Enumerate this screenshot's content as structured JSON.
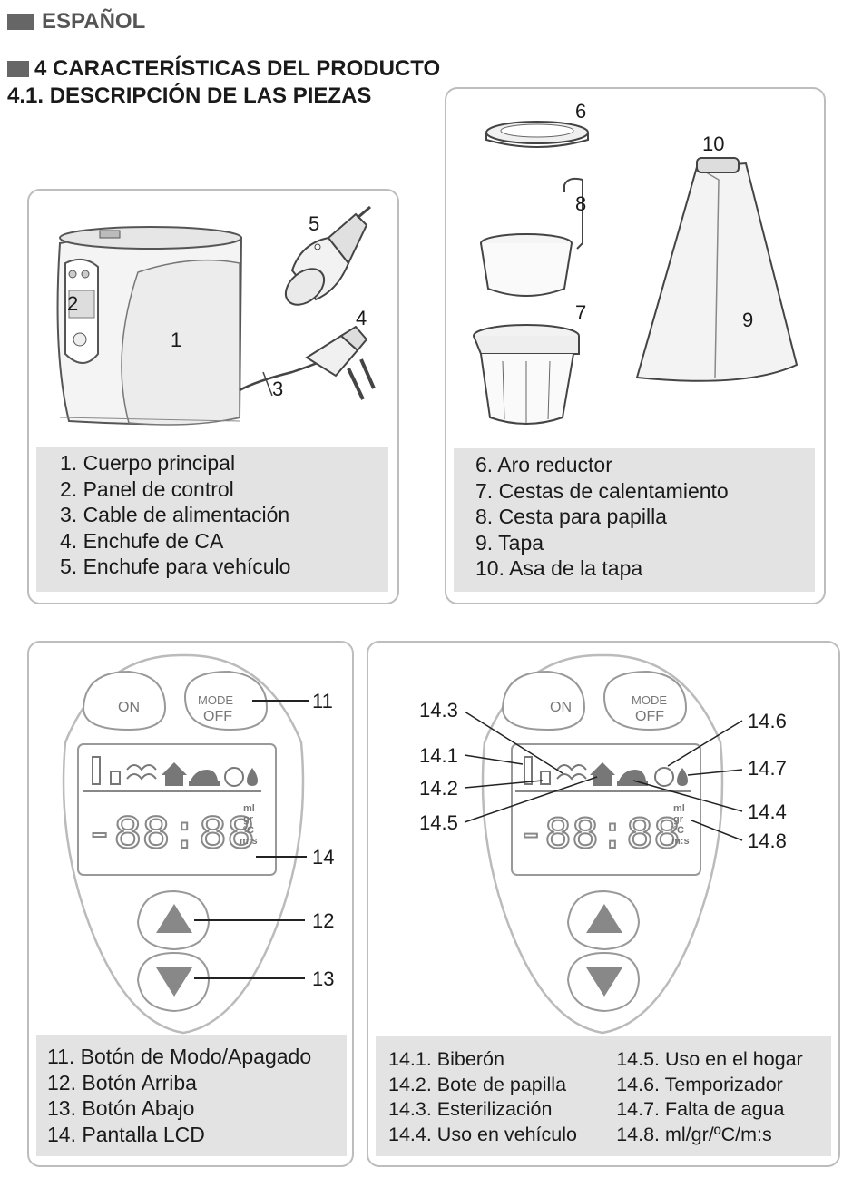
{
  "header": {
    "language": "ESPAÑOL",
    "section_title": "4 CARACTERÍSTICAS DEL PRODUCTO",
    "subsection_title": "4.1. DESCRIPCIÓN DE LAS PIEZAS"
  },
  "panel_parts_1": {
    "callouts": [
      "1",
      "2",
      "3",
      "4",
      "5"
    ],
    "legend": [
      "1. Cuerpo principal",
      "2. Panel de control",
      "3. Cable de alimentación",
      "4. Enchufe de CA",
      "5. Enchufe para vehículo"
    ]
  },
  "panel_parts_2": {
    "callouts": [
      "6",
      "7",
      "8",
      "9",
      "10"
    ],
    "legend": [
      "6. Aro reductor",
      "7. Cestas de calentamiento",
      "8. Cesta para papilla",
      "9. Tapa",
      "10. Asa de la tapa"
    ]
  },
  "control_panel": {
    "on_label": "ON",
    "mode_label": "MODE",
    "off_label": "OFF",
    "display_digits": "-88:88",
    "units": [
      "ml",
      "gr",
      "ºC",
      "m:s"
    ],
    "callouts": [
      "11",
      "12",
      "13",
      "14"
    ],
    "legend": [
      "11. Botón de Modo/Apagado",
      "12. Botón Arriba",
      "13. Botón Abajo",
      "14. Pantalla LCD"
    ]
  },
  "icons_panel": {
    "callouts": [
      "14.1",
      "14.2",
      "14.3",
      "14.4",
      "14.5",
      "14.6",
      "14.7",
      "14.8"
    ],
    "legend_left": [
      "14.1. Biberón",
      "14.2. Bote de papilla",
      "14.3. Esterilización",
      "14.4. Uso en vehículo"
    ],
    "legend_right": [
      "14.5. Uso en el hogar",
      "14.6. Temporizador",
      "14.7. Falta de agua",
      "14.8. ml/gr/ºC/m:s"
    ]
  }
}
